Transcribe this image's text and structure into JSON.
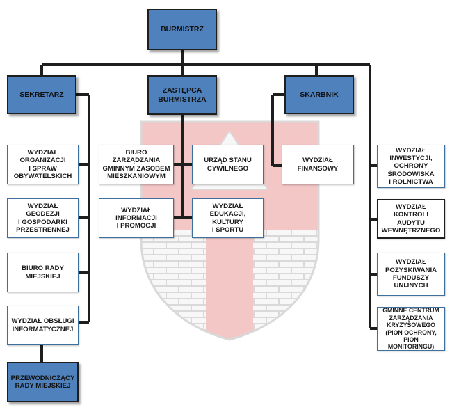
{
  "boxes": {
    "burmistrz": "BURMISTRZ",
    "sekretarz": "SEKRETARZ",
    "zastepca": "ZASTĘPCA\nBURMISTRZA",
    "skarbnik": "SKARBNIK",
    "wydzial_organizacji": "WYDZIAŁ\nORGANIZACJI\nI SPRAW\nOBYWATELSKICH",
    "wydzial_geodezji": "WYDZIAŁ\nGEODEZJI\nI GOSPODARKI\nPRZESTRENNEJ",
    "biuro_rady": "BIURO RADY\nMIEJSKIEJ",
    "wydzial_obslugi": "WYDZIAŁ OBSŁUGI\nINFORMATYCZNEJ",
    "przewodniczacy": "PRZEWODNICZĄCY\nRADY MIEJSKIEJ",
    "biuro_zarzadzania": "BIURO\nZARZĄDZANIA\nGMINNYM ZASOBEM\nMIESZKANIOWYM",
    "urzad_stanu": "URZĄD STANU\nCYWILNEGO",
    "wydzial_informacji": "WYDZIAŁ\nINFORMACJI\nI PROMOCJI",
    "wydzial_edukacji": "WYDZIAŁ\nEDUKACJI,\nKULTURY\nI SPORTU",
    "wydzial_finansowy": "WYDZIAŁ\nFINANSOWY",
    "wydzial_inwestycji": "WYDZIAŁ\nINWESTYCJI,\nOCHRONY\nŚRODOWISKA\nI ROLNICTWA",
    "wydzial_kontroli": "WYDZIAŁ KONTROLI\nAUDYTU\nWEWNĘTRZNEGO",
    "wydzial_pozyskiwania": "WYDZIAŁ\nPOZYSKIWANIA\nFUNDUSZY\nUNIJNYCH",
    "gminne_centrum": "GMINNE CENTRUM\nZARZĄDZANIA\nKRYZYSOWEGO\n(PION OCHRONY,\nPION MONITORINGU)"
  },
  "colors": {
    "box_fill_dark": "#4f81bd",
    "box_border": "#3e6f9e",
    "connector": "#1e1e1e",
    "crest_red": "#f4c7c7",
    "crest_gray": "#d9d9d9"
  },
  "icons": {
    "background": "town-coat-of-arms-watermark"
  }
}
